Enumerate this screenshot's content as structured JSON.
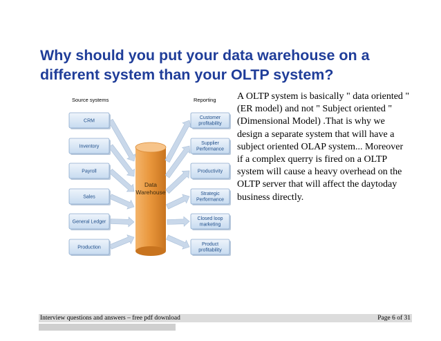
{
  "slide": {
    "title": "Why should you put your data warehouse on a different system than your OLTP system?",
    "body": "A OLTP system is basically \" data oriented \" (ER model) and not \" Subject oriented \"(Dimensional Model) .That is why we design a separate system that will have a subject oriented OLAP system... Moreover if a complex querry is fired on a OLTP system will cause a heavy overhead on the OLTP server that will affect the daytoday business directly."
  },
  "diagram": {
    "source_heading": "Source systems",
    "reporting_heading": "Reporting",
    "center_line1": "Data",
    "center_line2": "Warehouse",
    "sources": [
      {
        "label1": "CRM",
        "label2": ""
      },
      {
        "label1": "Inventory",
        "label2": ""
      },
      {
        "label1": "Payroll",
        "label2": ""
      },
      {
        "label1": "Sales",
        "label2": ""
      },
      {
        "label1": "General Ledger",
        "label2": ""
      },
      {
        "label1": "Production",
        "label2": ""
      }
    ],
    "reports": [
      {
        "label1": "Customer",
        "label2": "profitability"
      },
      {
        "label1": "Supplier",
        "label2": "Performance"
      },
      {
        "label1": "Productivity",
        "label2": ""
      },
      {
        "label1": "Strategic",
        "label2": "Performance"
      },
      {
        "label1": "Closed loop",
        "label2": "marketing"
      },
      {
        "label1": "Product",
        "label2": "profitability"
      }
    ],
    "colors": {
      "box_fill": "#dbe8f6",
      "box_stroke": "#8aa9cc",
      "cylinder": "#e8953a",
      "arrow": "#c9d8ea"
    }
  },
  "footer": {
    "left": "Interview questions and answers – free pdf download",
    "right": "Page 6 of 31"
  }
}
